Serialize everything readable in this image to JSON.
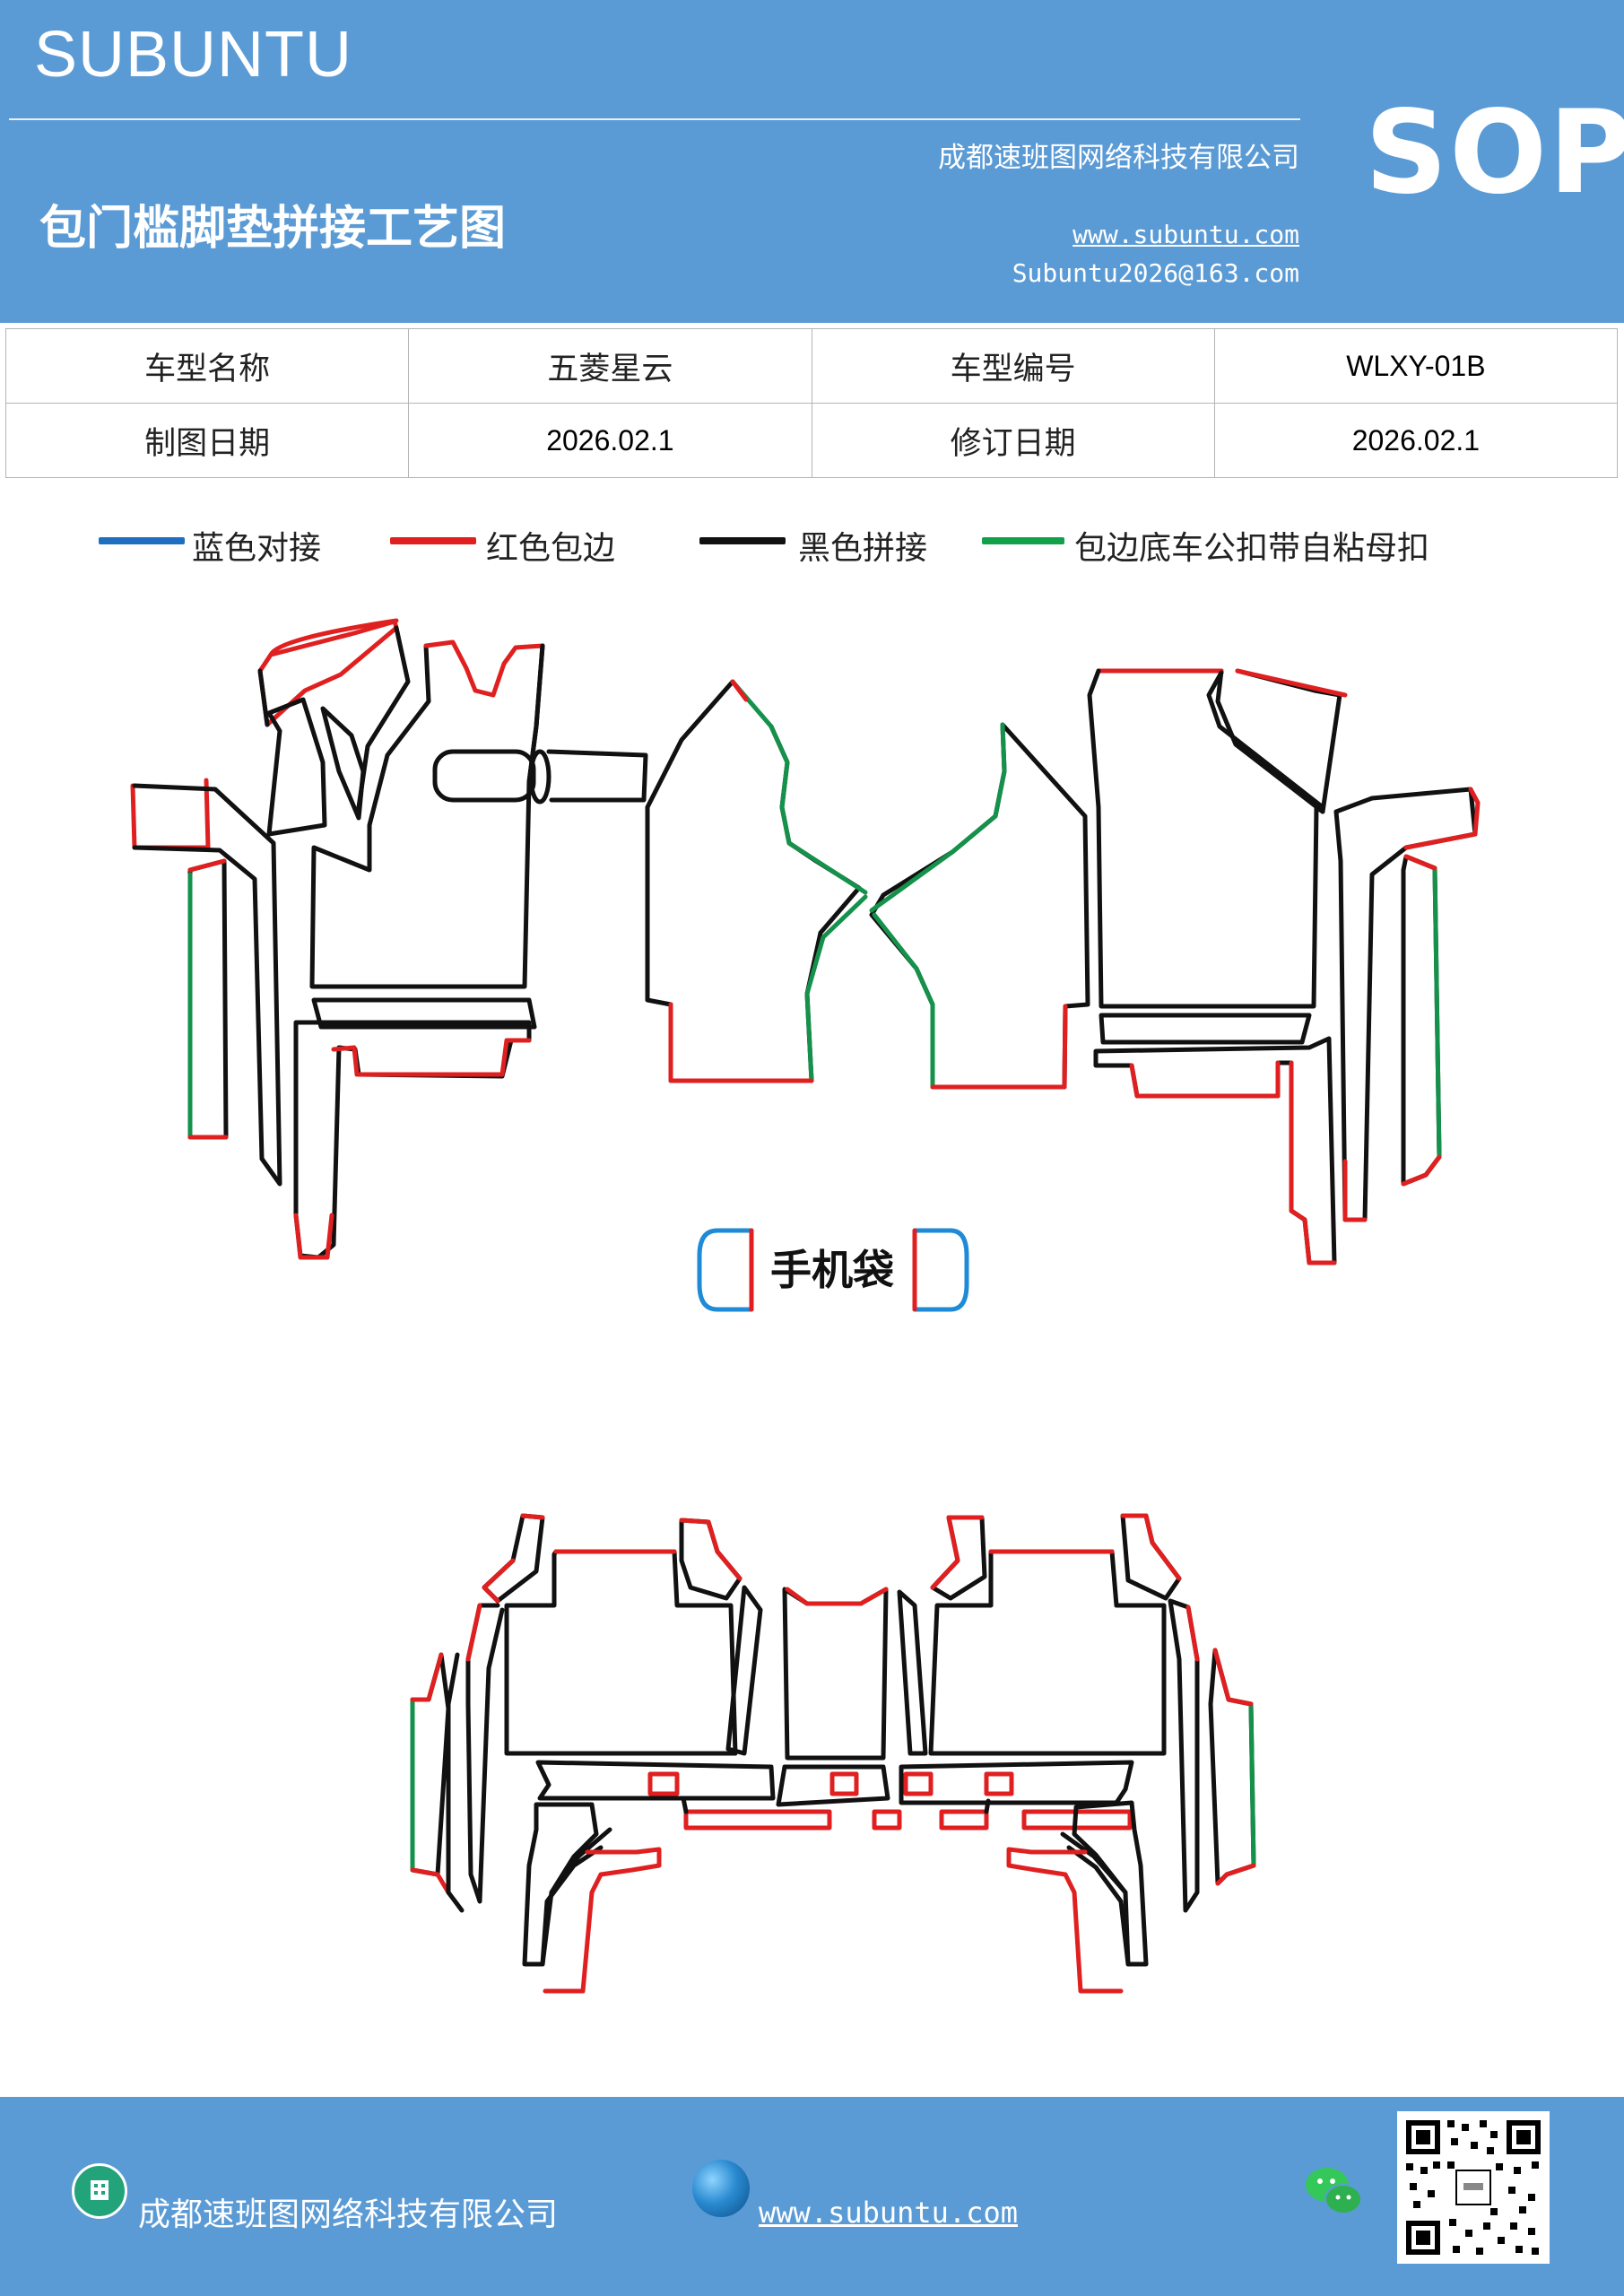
{
  "header": {
    "brand": "SUBUNTU",
    "title": "包门槛脚垫拼接工艺图",
    "company": "成都速班图网络科技有限公司",
    "website": "www.subuntu.com",
    "email": "Subuntu2026@163.com",
    "badge": "SOP"
  },
  "info_table": {
    "model_name_label": "车型名称",
    "model_name_value": "五菱星云",
    "model_code_label": "车型编号",
    "model_code_value": "WLXY-01B",
    "draw_date_label": "制图日期",
    "draw_date_value": "2026.02.1",
    "revise_date_label": "修订日期",
    "revise_date_value": "2026.02.1"
  },
  "legend": {
    "items": [
      {
        "label": "蓝色对接",
        "color": "#1f6fc0"
      },
      {
        "label": "红色包边",
        "color": "#e02020"
      },
      {
        "label": "黑色拼接",
        "color": "#111111"
      },
      {
        "label": "包边底车公扣带自粘母扣",
        "color": "#12a04a"
      }
    ]
  },
  "diagram": {
    "phone_pocket_label": "手机袋",
    "colors": {
      "blue": "#1f8ad6",
      "red": "#e02020",
      "black": "#111111",
      "green": "#14914a"
    }
  },
  "footer": {
    "company": "成都速班图网络科技有限公司",
    "website": "www.subuntu.com",
    "icons": [
      "building-icon",
      "globe-icon",
      "wechat-icon",
      "qr-code"
    ]
  }
}
